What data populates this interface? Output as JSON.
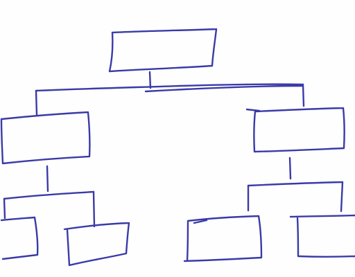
{
  "diagram": {
    "kind": "hand-drawn org chart / tree sketch",
    "ink_color": "#3a3aa8",
    "paper_color": "#fefefe",
    "has_text": false,
    "levels": [
      {
        "level": 1,
        "boxes": [
          "root"
        ]
      },
      {
        "level": 2,
        "boxes": [
          "left-child",
          "right-child"
        ]
      },
      {
        "level": 3,
        "boxes": [
          "left-left",
          "left-right",
          "right-left",
          "right-right"
        ]
      }
    ],
    "edges": [
      {
        "from": "root",
        "to": "left-child"
      },
      {
        "from": "root",
        "to": "right-child"
      },
      {
        "from": "left-child",
        "to": "left-left"
      },
      {
        "from": "left-child",
        "to": "left-right"
      },
      {
        "from": "right-child",
        "to": "right-left"
      },
      {
        "from": "right-child",
        "to": "right-right"
      }
    ]
  }
}
